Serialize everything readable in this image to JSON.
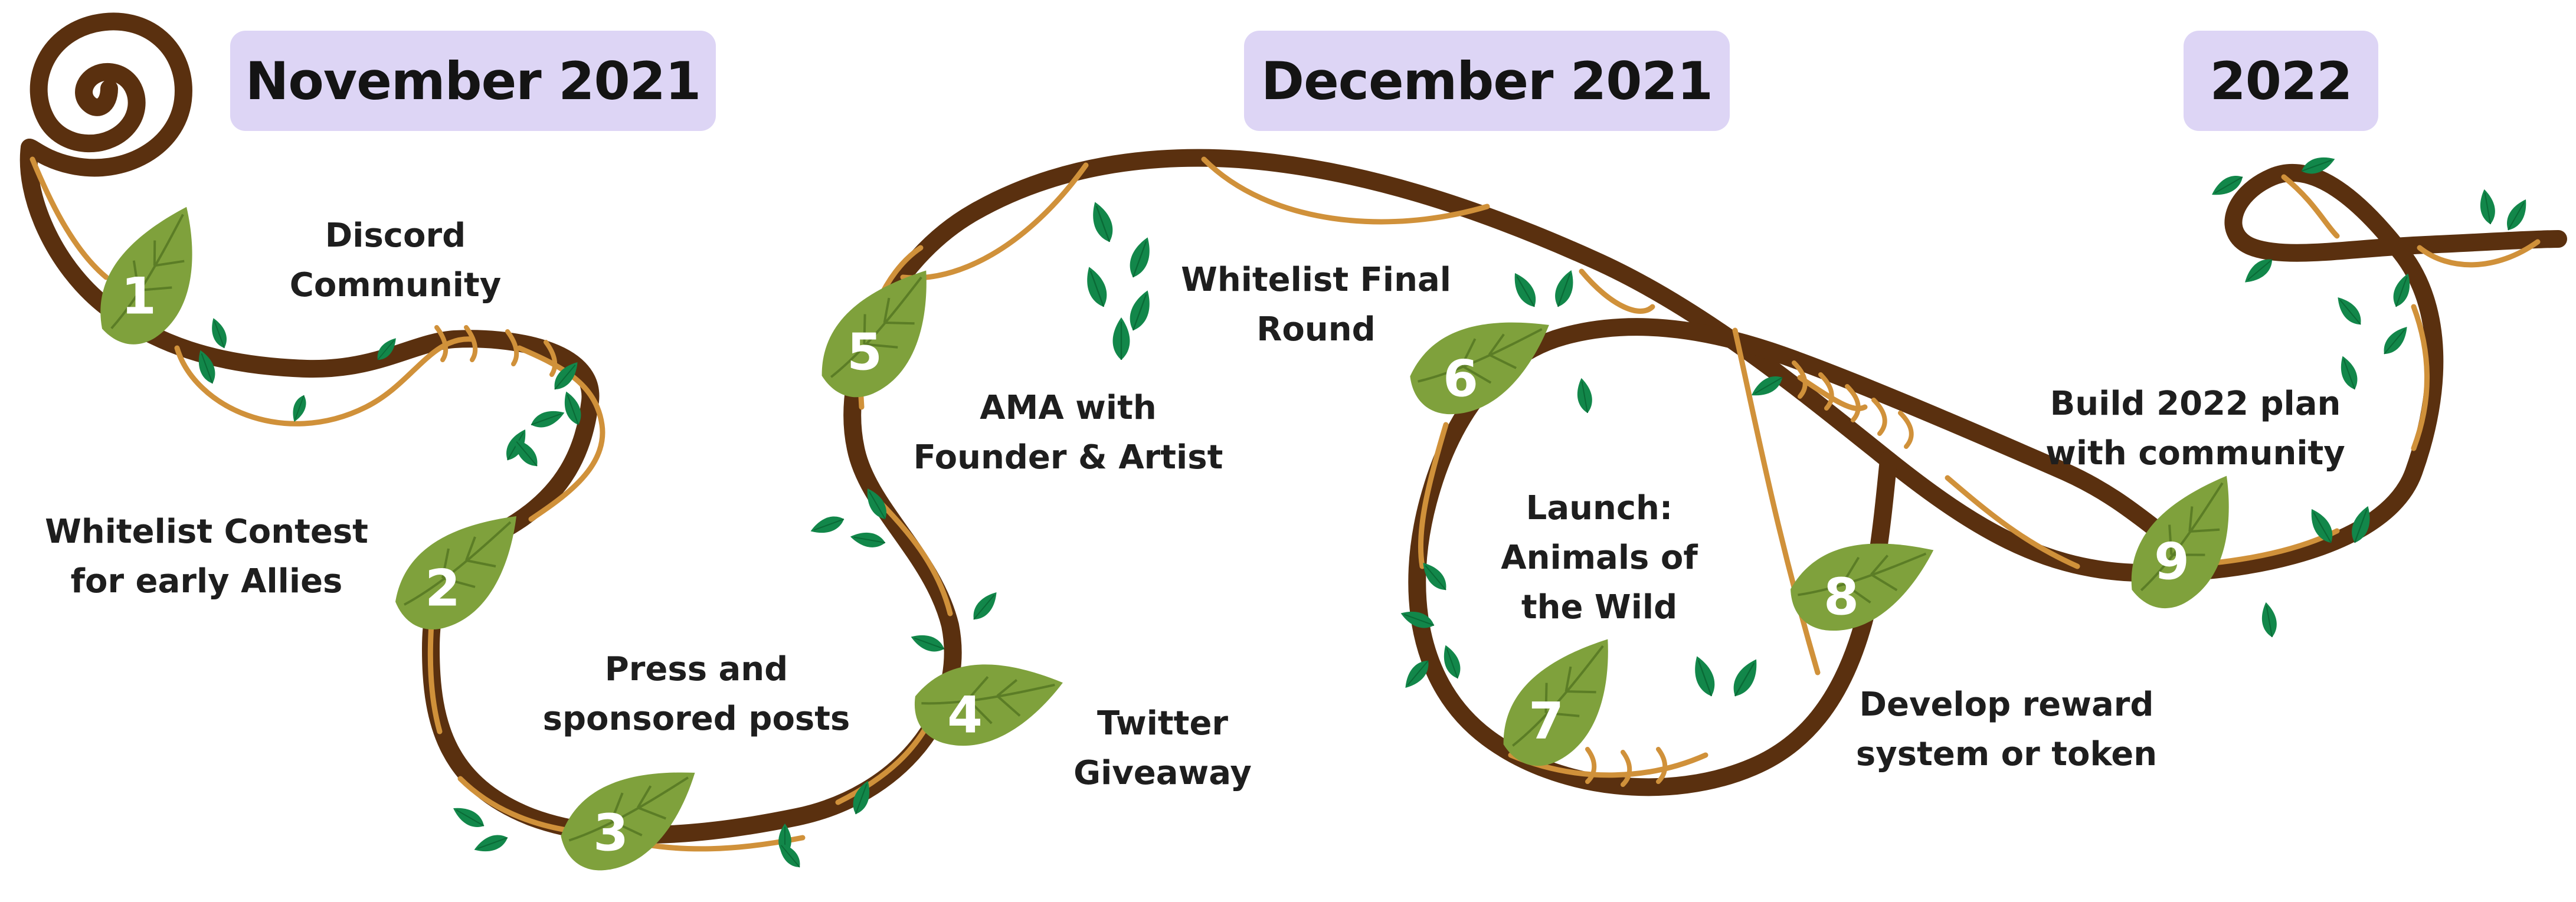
{
  "periods": [
    {
      "label": "November 2021"
    },
    {
      "label": "December 2021"
    },
    {
      "label": "2022"
    }
  ],
  "milestones": [
    {
      "number": "1",
      "text": "Discord\nCommunity"
    },
    {
      "number": "2",
      "text": "Whitelist Contest\nfor early Allies"
    },
    {
      "number": "3",
      "text": "Press and\nsponsored posts"
    },
    {
      "number": "4",
      "text": "Twitter\nGiveaway"
    },
    {
      "number": "5",
      "text": "AMA with\nFounder & Artist"
    },
    {
      "number": "6",
      "text": "Whitelist Final\nRound"
    },
    {
      "number": "7",
      "text": "Launch:\nAnimals of\nthe Wild"
    },
    {
      "number": "8",
      "text": "Develop reward\nsystem or token"
    },
    {
      "number": "9",
      "text": "Build 2022 plan\nwith community"
    }
  ],
  "colors": {
    "vine": "#5a300f",
    "tendril": "#d0913a",
    "leaf_big": "#7fa13c",
    "leaf_small": "#12874a",
    "badge_bg": "#ddd5f5"
  }
}
